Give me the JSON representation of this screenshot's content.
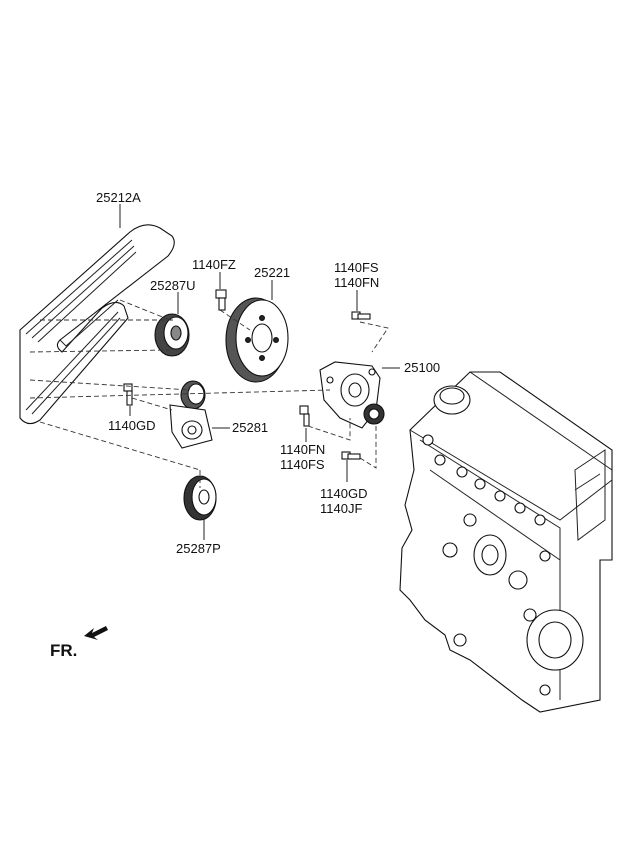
{
  "labels": {
    "belt": "25212A",
    "idler_upper": "25287U",
    "bolt_fz": "1140FZ",
    "pulley": "25221",
    "bolt_fs_top": "1140FS",
    "bolt_fn_top": "1140FN",
    "water_pump": "25100",
    "bolt_gd_left": "1140GD",
    "tensioner": "25281",
    "bolt_fn_mid": "1140FN",
    "bolt_fs_mid": "1140FS",
    "bolt_gd_right": "1140GD",
    "bolt_jf": "1140JF",
    "idler_lower": "25287P",
    "front": "FR."
  }
}
